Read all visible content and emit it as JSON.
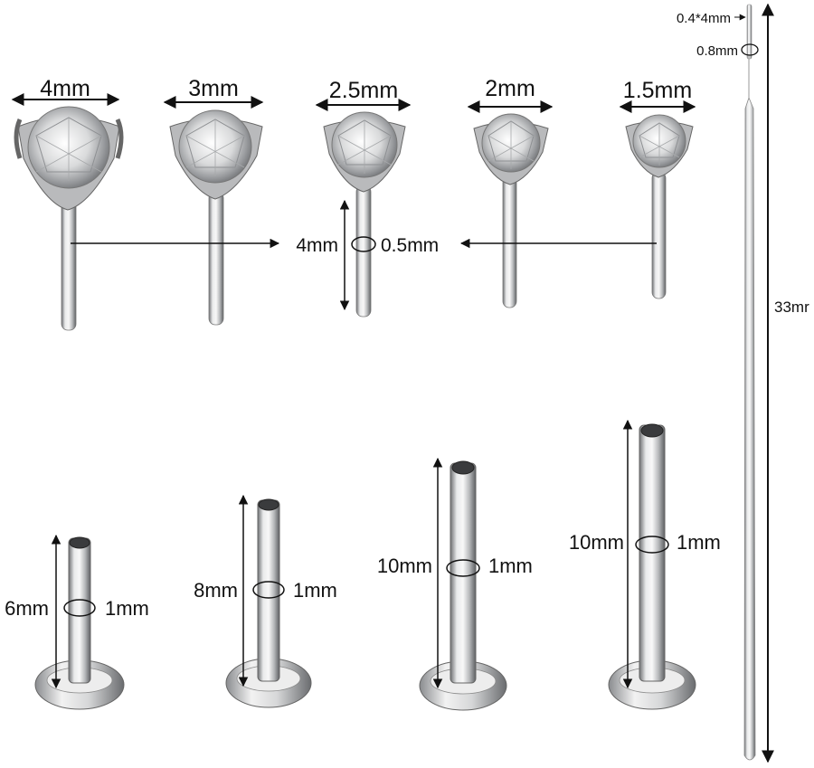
{
  "studs": [
    {
      "name": "stud-4mm",
      "gem_label": "4mm"
    },
    {
      "name": "stud-3mm",
      "gem_label": "3mm"
    },
    {
      "name": "stud-2-5mm",
      "gem_label": "2.5mm"
    },
    {
      "name": "stud-2mm",
      "gem_label": "2mm"
    },
    {
      "name": "stud-1-5mm",
      "gem_label": "1.5mm"
    }
  ],
  "stud_pin": {
    "length": "4mm",
    "diameter": "0.5mm"
  },
  "bars": [
    {
      "name": "bar-6mm",
      "length": "6mm",
      "diameter": "1mm"
    },
    {
      "name": "bar-8mm",
      "length": "8mm",
      "diameter": "1mm"
    },
    {
      "name": "bar-10mm-a",
      "length": "10mm",
      "diameter": "1mm"
    },
    {
      "name": "bar-10mm-b",
      "length": "10mm",
      "diameter": "1mm"
    }
  ],
  "taper": {
    "tip": "0.4*4mm",
    "diameter": "0.8mm",
    "length": "33mr"
  }
}
